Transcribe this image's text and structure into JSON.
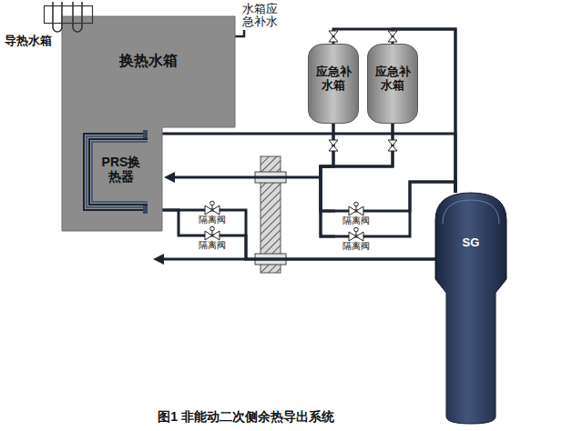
{
  "diagram": {
    "caption": "图1 非能动二次侧余热导出系统",
    "nodes": [
      {
        "text": [
          "导热水箱"
        ]
      },
      {
        "text": [
          "换热水箱"
        ]
      },
      {
        "text": [
          "PRS换热器"
        ],
        "in": 1
      },
      {
        "text": [
          "应急补水箱"
        ]
      },
      {
        "text": [
          "应急补水箱"
        ]
      },
      {
        "text": [
          "隔离阀"
        ]
      },
      {
        "text": [
          "隔离阀"
        ]
      },
      {
        "text": [
          "隔离阀"
        ]
      },
      {
        "text": [
          "隔离阀"
        ]
      },
      {
        "text": [
          "SG"
        ]
      }
    ],
    "edges": [
      {
        "from": 2,
        "to": 9,
        "arrow": "none"
      },
      {
        "from": 3,
        "to": 9,
        "arrow": "none"
      },
      {
        "from": 4,
        "to": 9,
        "arrow": "none"
      },
      {
        "from": 2,
        "to": 5,
        "arrow": "none"
      },
      {
        "from": 2,
        "to": 6,
        "arrow": "none"
      },
      {
        "from": 5,
        "to": 9,
        "arrow": "none"
      },
      {
        "from": 6,
        "to": 9,
        "arrow": "none"
      },
      {
        "from": 3,
        "to": 7,
        "arrow": "none"
      },
      {
        "from": 3,
        "to": 8,
        "arrow": "none"
      },
      {
        "from": 4,
        "to": 7,
        "arrow": "none"
      },
      {
        "from": 4,
        "to": 8,
        "arrow": "none"
      },
      {
        "from": 7,
        "to": 9,
        "arrow": "none"
      },
      {
        "from": 8,
        "to": 9,
        "arrow": "none"
      }
    ],
    "labels": [
      "水箱应急补水"
    ]
  }
}
